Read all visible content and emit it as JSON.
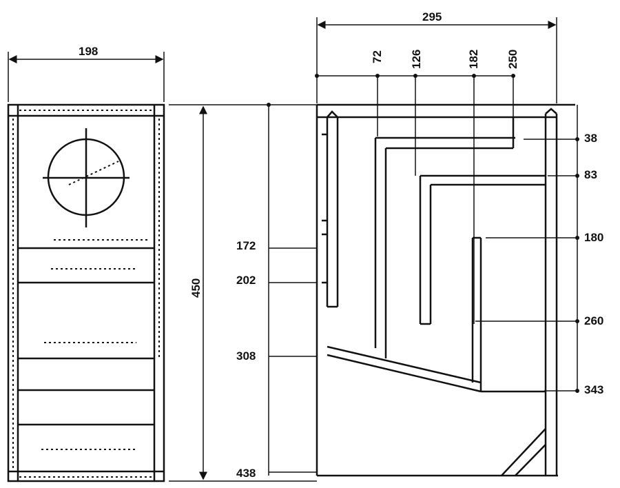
{
  "front_view": {
    "width_label": "198",
    "height_label": "450"
  },
  "side_view": {
    "depth_label": "295",
    "top_positions": [
      "72",
      "126",
      "182",
      "250"
    ],
    "left_heights": [
      "172",
      "202",
      "308",
      "438"
    ],
    "right_heights": [
      "38",
      "83",
      "180",
      "260",
      "343"
    ]
  },
  "colors": {
    "ink": "#111111",
    "paper": "#ffffff"
  }
}
